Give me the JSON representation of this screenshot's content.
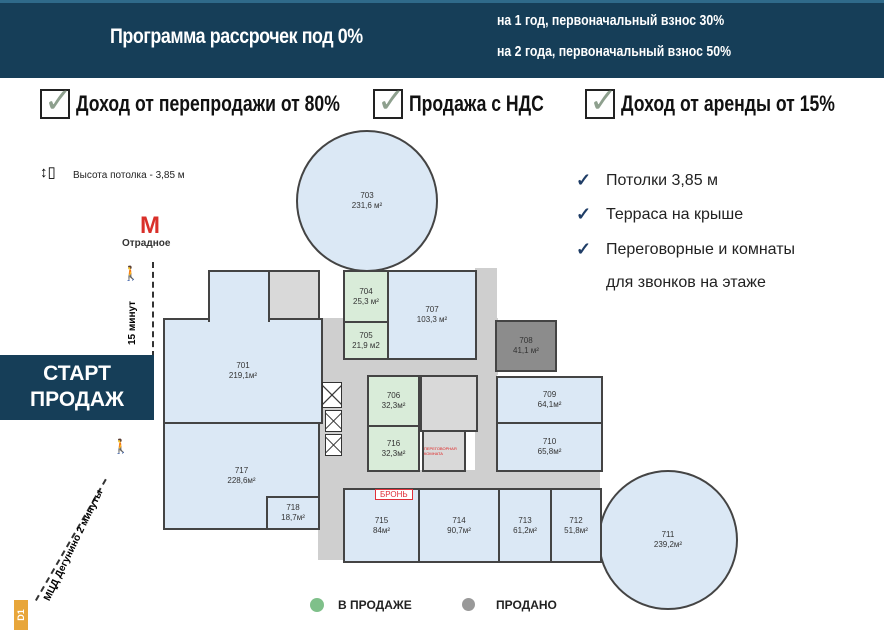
{
  "banner": {
    "title": "Программа рассрочек под 0%",
    "line1": "на 1 год, первоначальный взнос 30%",
    "line2": "на 2 года, первоначальный взнос 50%"
  },
  "features": [
    "Доход от перепродажи от 80%",
    "Продажа с НДС",
    "Доход от аренды от 15%"
  ],
  "ceiling": "Высота потолка - 3,85 м",
  "metro": {
    "station": "Отрадное",
    "walk": "15 минут"
  },
  "mcd": {
    "text": "МЦД Дегунино 2 минуты",
    "badge": "D1"
  },
  "start": {
    "line1": "СТАРТ",
    "line2": "ПРОДАЖ"
  },
  "highlights": [
    "Потолки 3,85 м",
    "Терраса на крыше",
    "Переговорные и комнаты",
    "для звонков на этаже"
  ],
  "rooms": {
    "r703": {
      "num": "703",
      "area": "231,6 м²"
    },
    "r704": {
      "num": "704",
      "area": "25,3 м²"
    },
    "r705": {
      "num": "705",
      "area": "21,9 м2"
    },
    "r707": {
      "num": "707",
      "area": "103,3 м²"
    },
    "r708": {
      "num": "708",
      "area": "41,1 м²"
    },
    "r701": {
      "num": "701",
      "area": "219,1м²"
    },
    "r706": {
      "num": "706",
      "area": "32,3м²"
    },
    "r716": {
      "num": "716",
      "area": "32,3м²"
    },
    "r709": {
      "num": "709",
      "area": "64,1м²"
    },
    "r710": {
      "num": "710",
      "area": "65,8м²"
    },
    "r717": {
      "num": "717",
      "area": "228,6м²"
    },
    "r718": {
      "num": "718",
      "area": "18,7м²"
    },
    "r715": {
      "num": "715",
      "area": "84м²"
    },
    "r714": {
      "num": "714",
      "area": "90,7м²"
    },
    "r713": {
      "num": "713",
      "area": "61,2м²"
    },
    "r712": {
      "num": "712",
      "area": "51,8м²"
    },
    "r711": {
      "num": "711",
      "area": "239,2м²"
    },
    "meeting": "ПЕРЕГОВОРНАЯ КОМНАТА"
  },
  "reserved": "БРОНЬ",
  "legend": {
    "available": "В ПРОДАЖЕ",
    "sold": "ПРОДАНО",
    "available_color": "#7fc08a",
    "sold_color": "#999999"
  },
  "colors": {
    "banner": "#163e58",
    "room": "#dbe8f5",
    "room_green": "#d9ecd9",
    "sold_room": "#8c8c8c"
  }
}
